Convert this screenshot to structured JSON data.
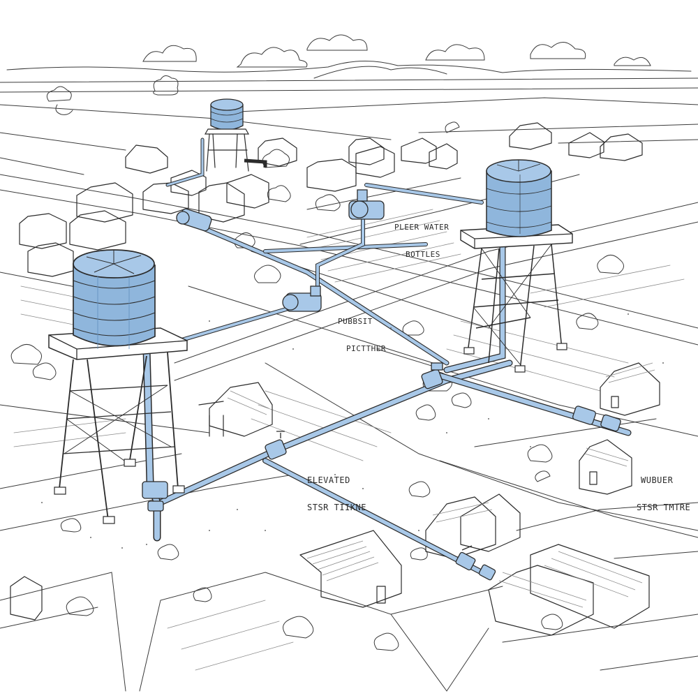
{
  "labels": {
    "pump_top": [
      "PLEER WATER",
      "BOTTLES"
    ],
    "pump_mid": [
      "PUBBSIT",
      "PICTTHER"
    ],
    "tower_left": [
      "ELEVATED",
      "STSR TIIKNE"
    ],
    "tower_right": [
      "WUBUER",
      "STSR TMTRE"
    ]
  },
  "colors": {
    "ink": "#2b2b2b",
    "tank_blue": "#8fb6dc",
    "tank_blue_dark": "#5f8fbf",
    "pipe_blue": "#a8c8e8",
    "paper": "#ffffff"
  },
  "icons": [
    "water-tower",
    "pump",
    "valve",
    "house",
    "tree",
    "cloud"
  ]
}
